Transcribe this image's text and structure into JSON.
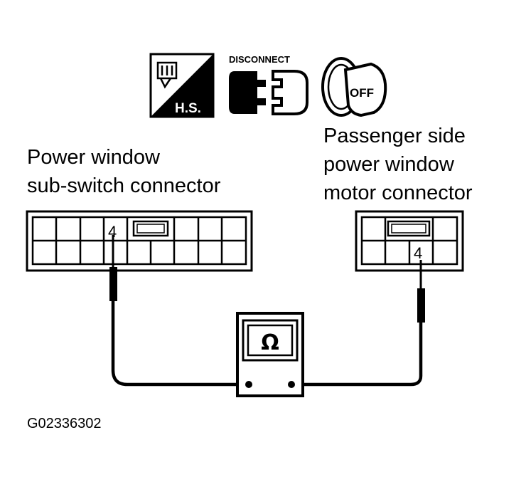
{
  "icons": {
    "harness_sticker": "H.S.",
    "disconnect_label": "DISCONNECT",
    "ignition_label": "OFF"
  },
  "left_connector": {
    "label_line1": "Power window",
    "label_line2": "sub-switch connector",
    "pin": "4"
  },
  "right_connector": {
    "label_line1": "Passenger side",
    "label_line2": "power window",
    "label_line3": "motor connector",
    "pin": "4"
  },
  "meter": {
    "symbol": "Ω",
    "icon": "ohmmeter-icon"
  },
  "figure_code": "G02336302"
}
